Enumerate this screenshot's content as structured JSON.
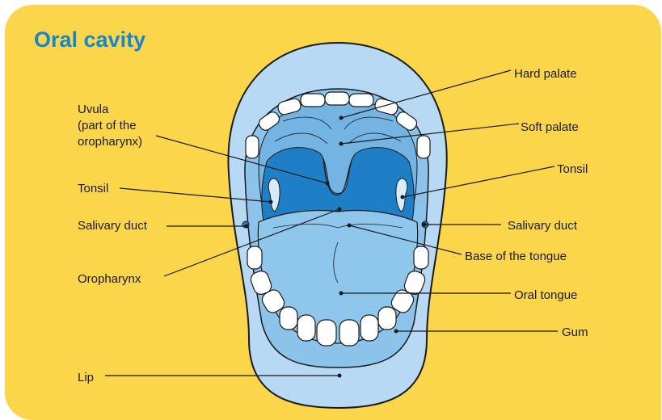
{
  "title": "Oral cavity",
  "labels": {
    "hard_palate": "Hard palate",
    "soft_palate": "Soft palate",
    "uvula_line1": "Uvula",
    "uvula_line2": "(part of the",
    "uvula_line3": "oropharynx)",
    "tonsil_left": "Tonsil",
    "tonsil_right": "Tonsil",
    "salivary_duct_left": "Salivary duct",
    "salivary_duct_right": "Salivary duct",
    "base_of_tongue": "Base of the tongue",
    "oropharynx": "Oropharynx",
    "oral_tongue": "Oral tongue",
    "gum": "Gum",
    "lip": "Lip"
  },
  "colors": {
    "background": "#fbd54a",
    "title": "#1787c9",
    "lip": "#b7d9f3",
    "gum": "#8cc3ea",
    "palate": "#74b4e3",
    "throat": "#1e7fc6",
    "tongue": "#8fc6ec",
    "outline": "#1a1a1a",
    "teeth": "#ffffff"
  }
}
